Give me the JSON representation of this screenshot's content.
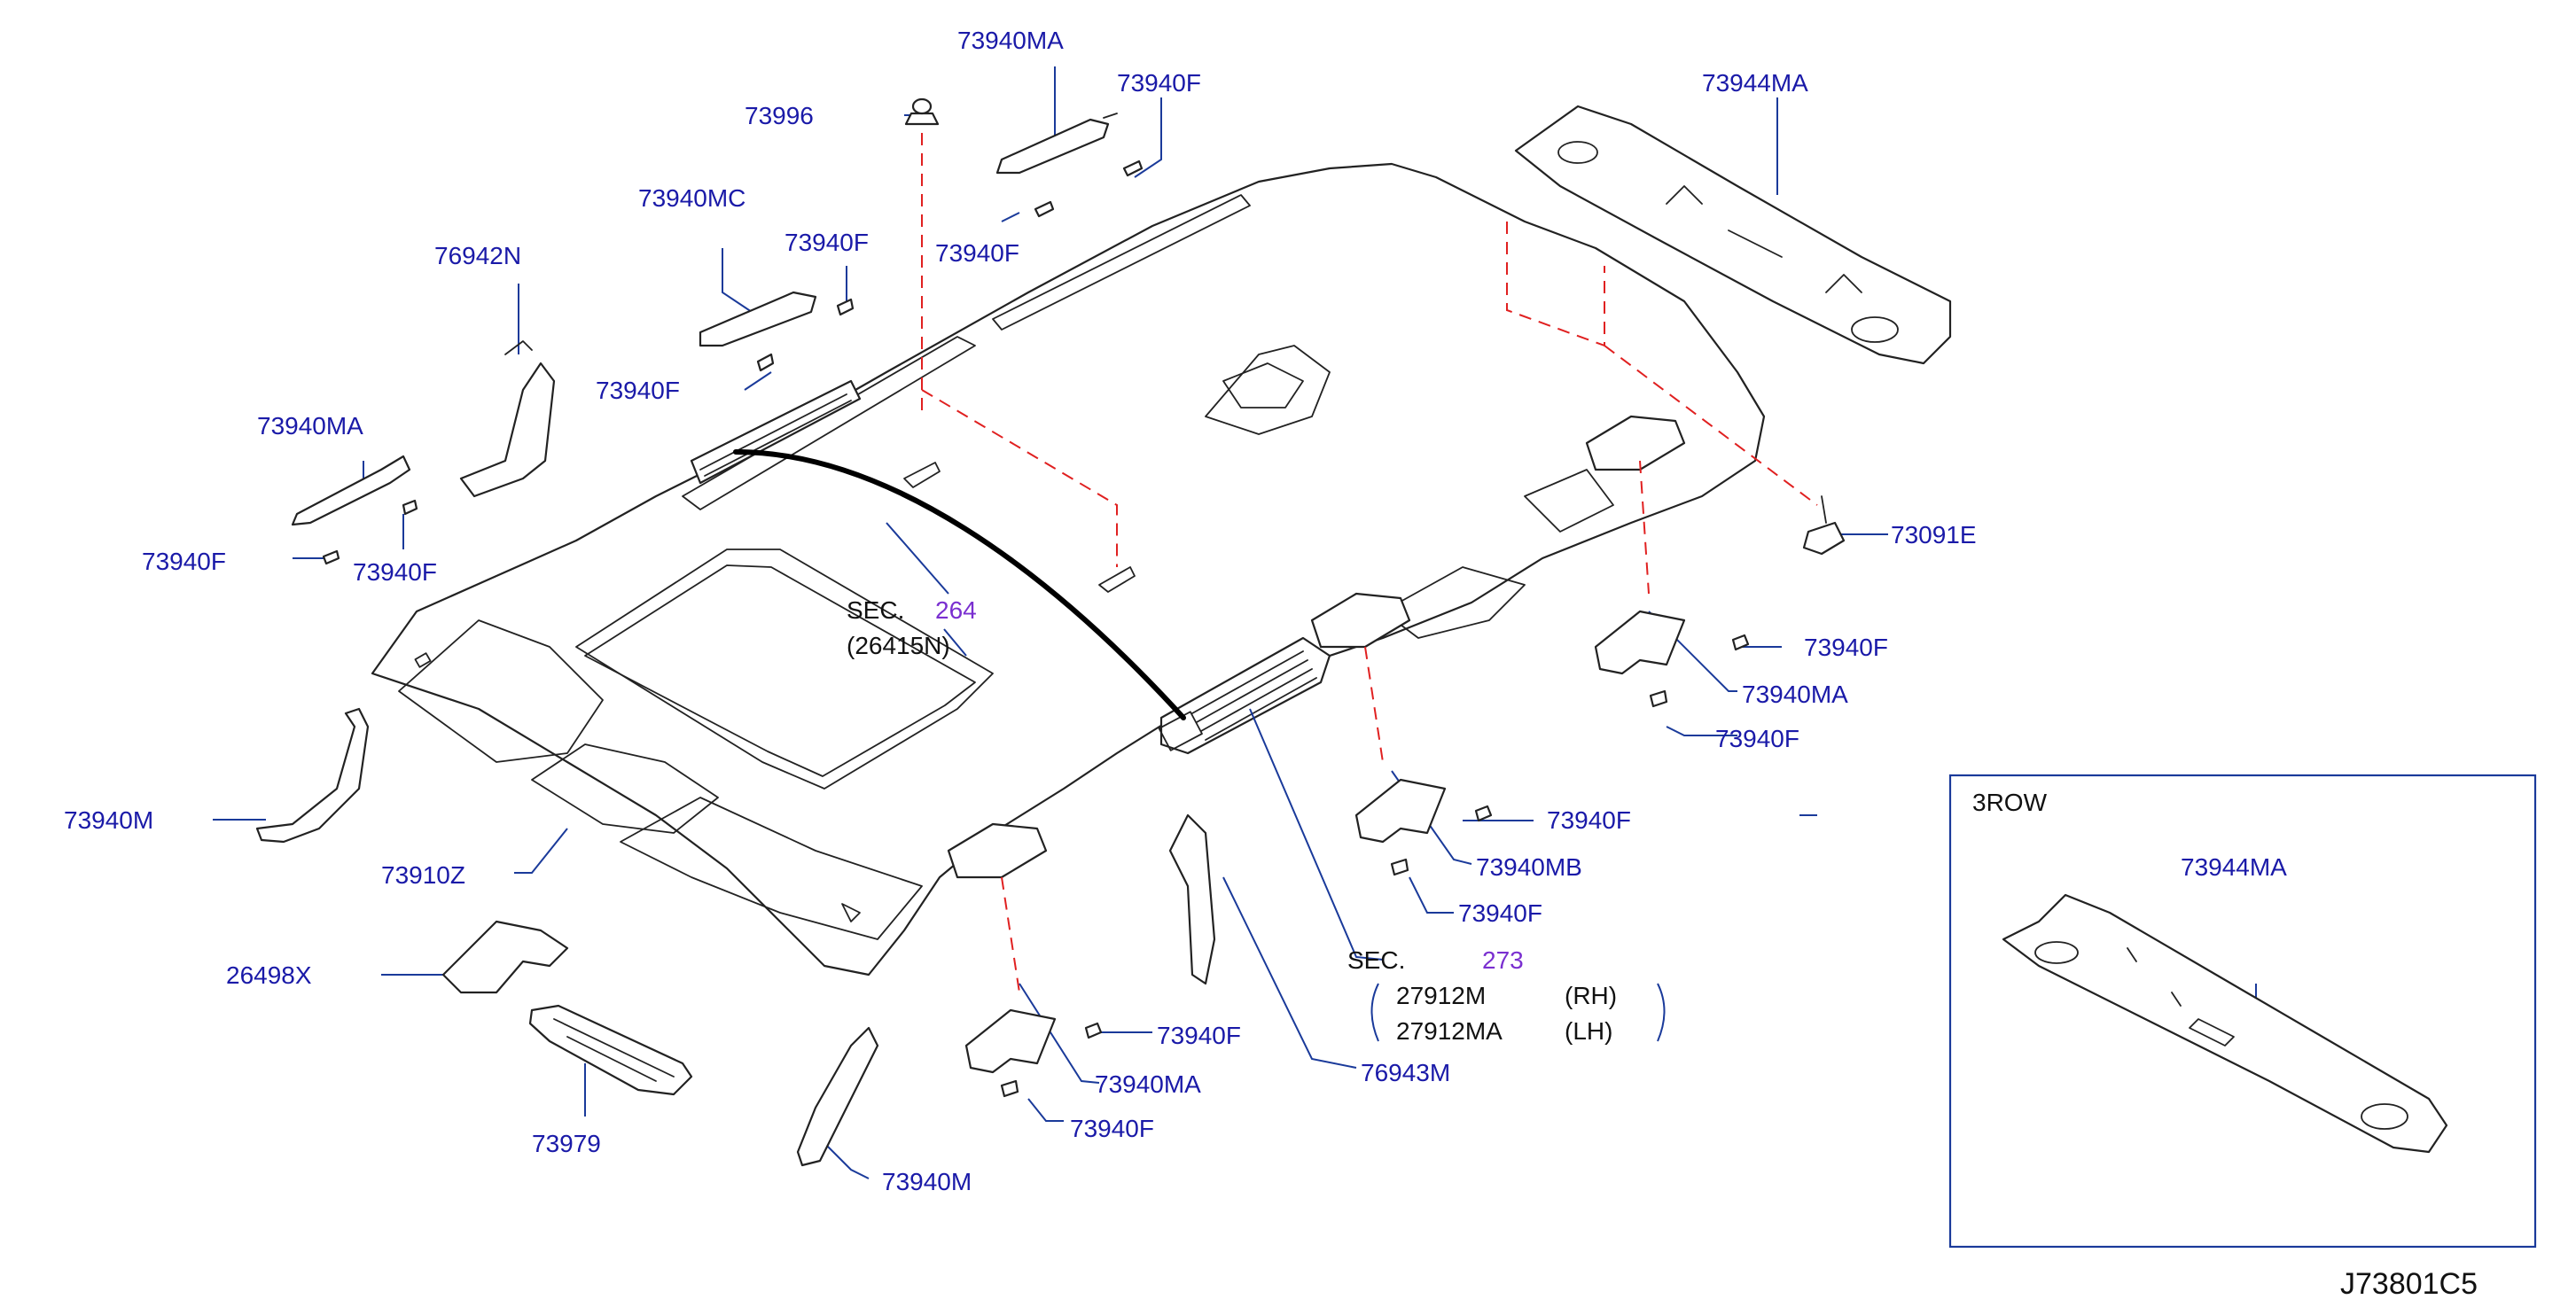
{
  "diagram_code": "J73801C5",
  "inset": {
    "title": "3ROW",
    "part": "73944MA"
  },
  "sections": {
    "sec264": {
      "prefix": "SEC.",
      "number": "264",
      "part": "(26415N)"
    },
    "sec273": {
      "prefix": "SEC.",
      "number": "273",
      "rows": [
        {
          "part": "27912M",
          "side": "(RH)"
        },
        {
          "part": "27912MA",
          "side": "(LH)"
        }
      ]
    }
  },
  "labels": {
    "p73940MA_top": "73940MA",
    "p73940F_top1": "73940F",
    "p73996": "73996",
    "p73940F_top2": "73940F",
    "p73940MC": "73940MC",
    "p73940F_mc1": "73940F",
    "p73940F_mc2": "73940F",
    "p76942N": "76942N",
    "p73940MA_left": "73940MA",
    "p73940F_left1": "73940F",
    "p73940F_left2": "73940F",
    "p73944MA_top": "73944MA",
    "p73091E": "73091E",
    "p73940F_r1": "73940F",
    "p73940MA_r": "73940MA",
    "p73940F_r2": "73940F",
    "p73940F_mb1": "73940F",
    "p73940MB": "73940MB",
    "p73940F_mb2": "73940F",
    "p73940M_left": "73940M",
    "p73910Z": "73910Z",
    "p26498X": "26498X",
    "p73979": "73979",
    "p73940F_b1": "73940F",
    "p73940MA_b": "73940MA",
    "p73940F_b2": "73940F",
    "p73940M_bottom": "73940M",
    "p76943M": "76943M"
  }
}
